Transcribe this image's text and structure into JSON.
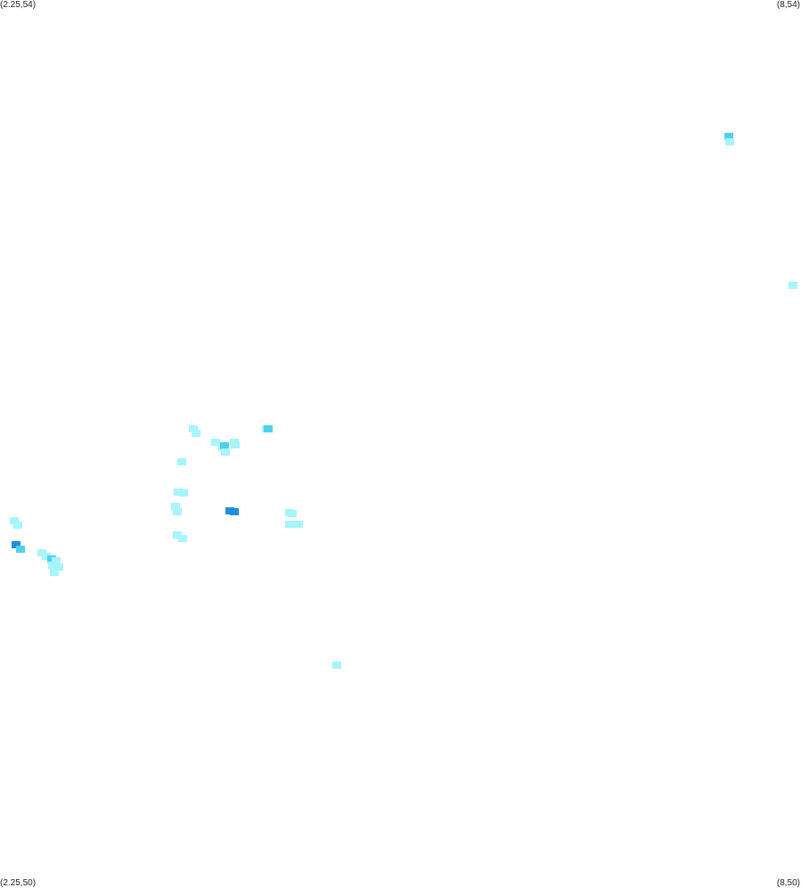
{
  "corners": {
    "top_left": "(2.25,54)",
    "top_right": "(8,54)",
    "bottom_left": "(2.25,50)",
    "bottom_right": "(8,50)"
  },
  "extent": {
    "lon_min": 2.25,
    "lon_max": 8,
    "lat_min": 50,
    "lat_max": 54
  },
  "colors": {
    "background": "#ffffff",
    "light": "#a6f5fb",
    "medium": "#4fd0ef",
    "dark": "#1f8fe0",
    "text": "#222222"
  },
  "cells": [
    {
      "lon": 7.485,
      "lat": 53.385,
      "level": "medium"
    },
    {
      "lon": 7.488,
      "lat": 53.36,
      "level": "light"
    },
    {
      "lon": 7.945,
      "lat": 52.713,
      "level": "light"
    },
    {
      "lon": 3.638,
      "lat": 52.068,
      "level": "light"
    },
    {
      "lon": 3.66,
      "lat": 52.05,
      "level": "light"
    },
    {
      "lon": 4.165,
      "lat": 52.07,
      "level": "light"
    },
    {
      "lon": 4.175,
      "lat": 52.068,
      "level": "medium"
    },
    {
      "lon": 3.8,
      "lat": 52.01,
      "level": "light"
    },
    {
      "lon": 3.93,
      "lat": 52.01,
      "level": "light"
    },
    {
      "lon": 3.94,
      "lat": 51.995,
      "level": "light"
    },
    {
      "lon": 3.85,
      "lat": 51.985,
      "level": "light"
    },
    {
      "lon": 3.86,
      "lat": 51.99,
      "level": "medium"
    },
    {
      "lon": 3.865,
      "lat": 51.965,
      "level": "light"
    },
    {
      "lon": 3.555,
      "lat": 51.92,
      "level": "light"
    },
    {
      "lon": 3.53,
      "lat": 51.785,
      "level": "light"
    },
    {
      "lon": 3.565,
      "lat": 51.78,
      "level": "light"
    },
    {
      "lon": 3.51,
      "lat": 51.72,
      "level": "light"
    },
    {
      "lon": 3.525,
      "lat": 51.695,
      "level": "light"
    },
    {
      "lon": 3.9,
      "lat": 51.7,
      "level": "dark"
    },
    {
      "lon": 3.93,
      "lat": 51.695,
      "level": "dark"
    },
    {
      "lon": 4.33,
      "lat": 51.69,
      "level": "light"
    },
    {
      "lon": 4.35,
      "lat": 51.685,
      "level": "light"
    },
    {
      "lon": 4.36,
      "lat": 51.64,
      "level": "medium"
    },
    {
      "lon": 4.33,
      "lat": 51.64,
      "level": "light"
    },
    {
      "lon": 4.395,
      "lat": 51.64,
      "level": "light"
    },
    {
      "lon": 3.52,
      "lat": 51.59,
      "level": "light"
    },
    {
      "lon": 3.56,
      "lat": 51.575,
      "level": "light"
    },
    {
      "lon": 2.35,
      "lat": 51.655,
      "level": "light"
    },
    {
      "lon": 2.38,
      "lat": 51.635,
      "level": "light"
    },
    {
      "lon": 2.365,
      "lat": 51.545,
      "level": "dark"
    },
    {
      "lon": 2.395,
      "lat": 51.525,
      "level": "medium"
    },
    {
      "lon": 2.55,
      "lat": 51.51,
      "level": "light"
    },
    {
      "lon": 2.58,
      "lat": 51.495,
      "level": "light"
    },
    {
      "lon": 2.62,
      "lat": 51.48,
      "level": "medium"
    },
    {
      "lon": 2.65,
      "lat": 51.475,
      "level": "light"
    },
    {
      "lon": 2.63,
      "lat": 51.455,
      "level": "light"
    },
    {
      "lon": 2.67,
      "lat": 51.445,
      "level": "light"
    },
    {
      "lon": 2.64,
      "lat": 51.42,
      "level": "light"
    },
    {
      "lon": 4.67,
      "lat": 51.005,
      "level": "light"
    }
  ]
}
